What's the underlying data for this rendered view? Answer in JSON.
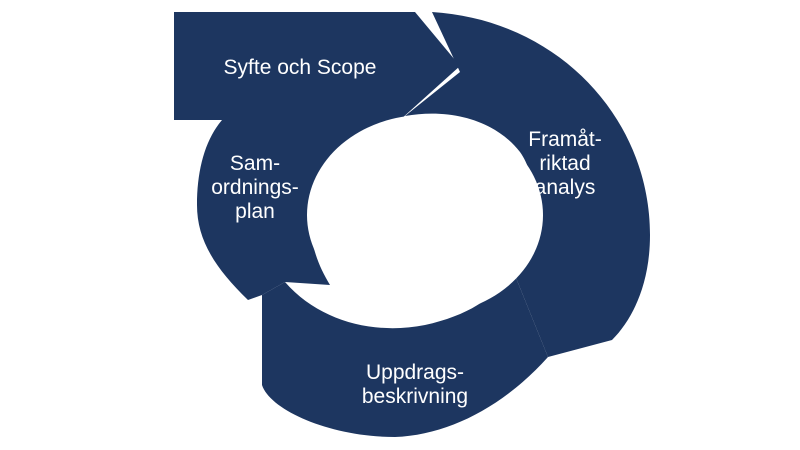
{
  "colors": {
    "segment_fill": "#1d3660",
    "background": "#ffffff",
    "text": "#ffffff"
  },
  "stages": [
    {
      "id": "syfte",
      "lines": [
        "Syfte och Scope"
      ]
    },
    {
      "id": "framat",
      "lines": [
        "Framåt-",
        "riktad",
        "analys"
      ]
    },
    {
      "id": "uppdrag",
      "lines": [
        "Uppdrags-",
        "beskrivning"
      ]
    },
    {
      "id": "samordning",
      "lines": [
        "Sam-",
        "ordnings-",
        "plan"
      ]
    }
  ]
}
